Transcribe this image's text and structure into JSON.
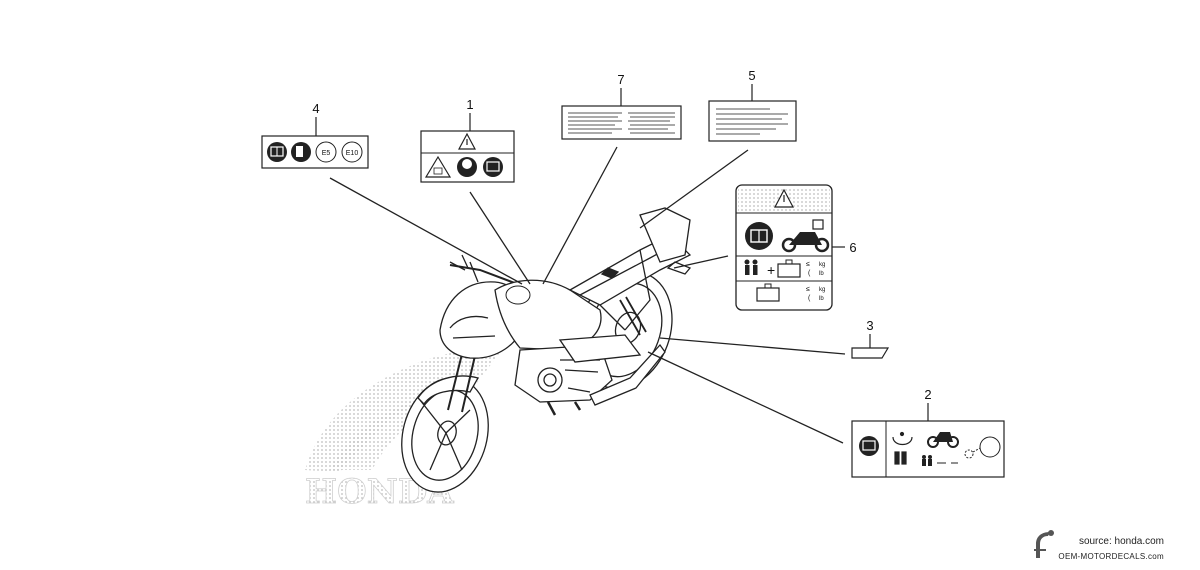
{
  "callouts": [
    "1",
    "2",
    "3",
    "4",
    "5",
    "6",
    "7"
  ],
  "labels": {
    "label_4": {
      "badges": [
        "E5",
        "E10"
      ]
    },
    "label_6": {
      "loads": [
        "kg",
        "lb",
        "kg",
        "lb"
      ],
      "symbols": [
        "≤",
        "(",
        "≤",
        "("
      ]
    }
  },
  "watermark": {
    "brand_text": "HONDA"
  },
  "credits": {
    "source": "source: honda.com",
    "site": "OEM-MOTORDECALS.com"
  }
}
